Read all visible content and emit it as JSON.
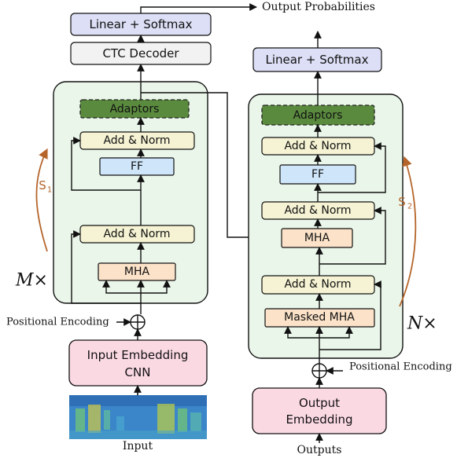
{
  "title_output": "Output Probabilities",
  "encoder": {
    "linear_softmax": "Linear + Softmax",
    "ctc_decoder": "CTC Decoder",
    "adaptors": "Adaptors",
    "add_norm_top": "Add & Norm",
    "ff": "FF",
    "add_norm_bottom": "Add & Norm",
    "mha": "MHA",
    "repeat_label": "M×",
    "schedule_label": "S",
    "schedule_sub": "1",
    "positional_encoding": "Positional Encoding",
    "input_embedding_line1": "Input Embedding",
    "input_embedding_line2": "CNN",
    "input_label": "Input"
  },
  "decoder": {
    "linear_softmax": "Linear + Softmax",
    "adaptors": "Adaptors",
    "add_norm_top": "Add & Norm",
    "ff": "FF",
    "add_norm_mid": "Add & Norm",
    "mha": "MHA",
    "add_norm_bottom": "Add & Norm",
    "masked_mha": "Masked MHA",
    "repeat_label": "N×",
    "schedule_label": "S",
    "schedule_sub": "2",
    "positional_encoding": "Positional Encoding",
    "output_embedding_line1": "Output",
    "output_embedding_line2": "Embedding",
    "outputs_label": "Outputs"
  },
  "colors": {
    "block_bg": "#eaf6ea",
    "linear_bg": "#dcdff5",
    "ctc_bg": "#f2f2f2",
    "adaptor_bg": "#5a8a3e",
    "addnorm_bg": "#f5f3d3",
    "ff_bg": "#cfe6fa",
    "mha_bg": "#fbe2c8",
    "embed_bg": "#fbd9e3",
    "schedule_arrow": "#b5652a"
  }
}
